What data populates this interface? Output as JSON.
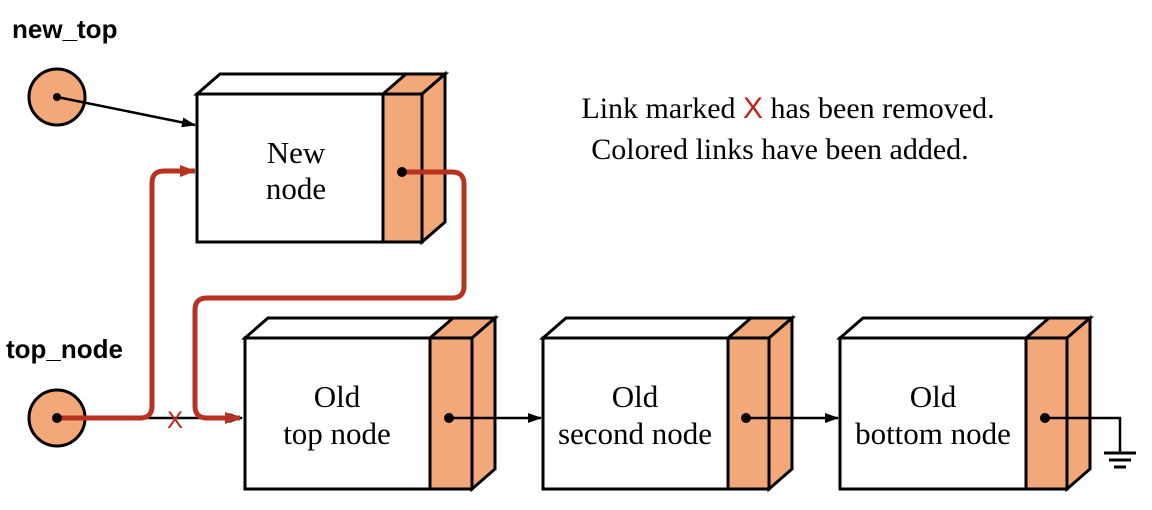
{
  "pointers": {
    "new_top": "new_top",
    "top_node": "top_node"
  },
  "nodes": {
    "new": [
      "New",
      "node"
    ],
    "old_top": [
      "Old",
      "top node"
    ],
    "old_second": [
      "Old",
      "second node"
    ],
    "old_bottom": [
      "Old",
      "bottom node"
    ]
  },
  "note": {
    "line1_before": "Link marked ",
    "line1_mark": "X",
    "line1_after": " has been removed.",
    "line2": "Colored links have been added."
  },
  "removed_mark": "X",
  "colors": {
    "pointer_fill": "#f2a878",
    "node_face": "#ffffff",
    "ptr_field": "#f2a878",
    "added_link": "#b83220",
    "removed_mark": "#c0241a",
    "outline": "#000000"
  }
}
